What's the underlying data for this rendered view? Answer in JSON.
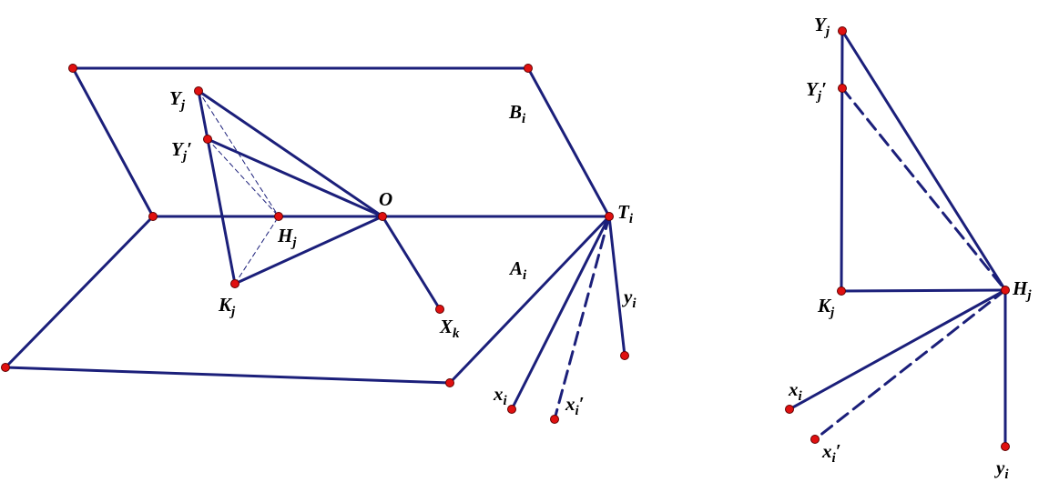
{
  "colors": {
    "line": "#1b1f7a",
    "point": "#e01010",
    "point_stroke": "#600000",
    "text": "#000000"
  },
  "labels": {
    "Yj": {
      "main": "Y",
      "sub": "j",
      "prime": ""
    },
    "Yj_prime": {
      "main": "Y",
      "sub": "j",
      "prime": "′"
    },
    "O": {
      "main": "O",
      "sub": "",
      "prime": ""
    },
    "Ti": {
      "main": "T",
      "sub": "i",
      "prime": ""
    },
    "Bi": {
      "main": "B",
      "sub": "i",
      "prime": ""
    },
    "Ai": {
      "main": "A",
      "sub": "i",
      "prime": ""
    },
    "Hj": {
      "main": "H",
      "sub": "j",
      "prime": ""
    },
    "Kj": {
      "main": "K",
      "sub": "j",
      "prime": ""
    },
    "Xk": {
      "main": "X",
      "sub": "k",
      "prime": ""
    },
    "yi": {
      "main": "y",
      "sub": "i",
      "prime": ""
    },
    "xi": {
      "main": "x",
      "sub": "i",
      "prime": ""
    },
    "xi_prime": {
      "main": "x",
      "sub": "i",
      "prime": "′"
    },
    "R_Yj": {
      "main": "Y",
      "sub": "j",
      "prime": ""
    },
    "R_Yj_prime": {
      "main": "Y",
      "sub": "j",
      "prime": "′"
    },
    "R_Kj": {
      "main": "K",
      "sub": "j",
      "prime": ""
    },
    "R_Hj": {
      "main": "H",
      "sub": "j",
      "prime": ""
    },
    "R_xi": {
      "main": "x",
      "sub": "i",
      "prime": ""
    },
    "R_xi_prime": {
      "main": "x",
      "sub": "i",
      "prime": "′"
    },
    "R_yi": {
      "main": "y",
      "sub": "i",
      "prime": ""
    }
  }
}
